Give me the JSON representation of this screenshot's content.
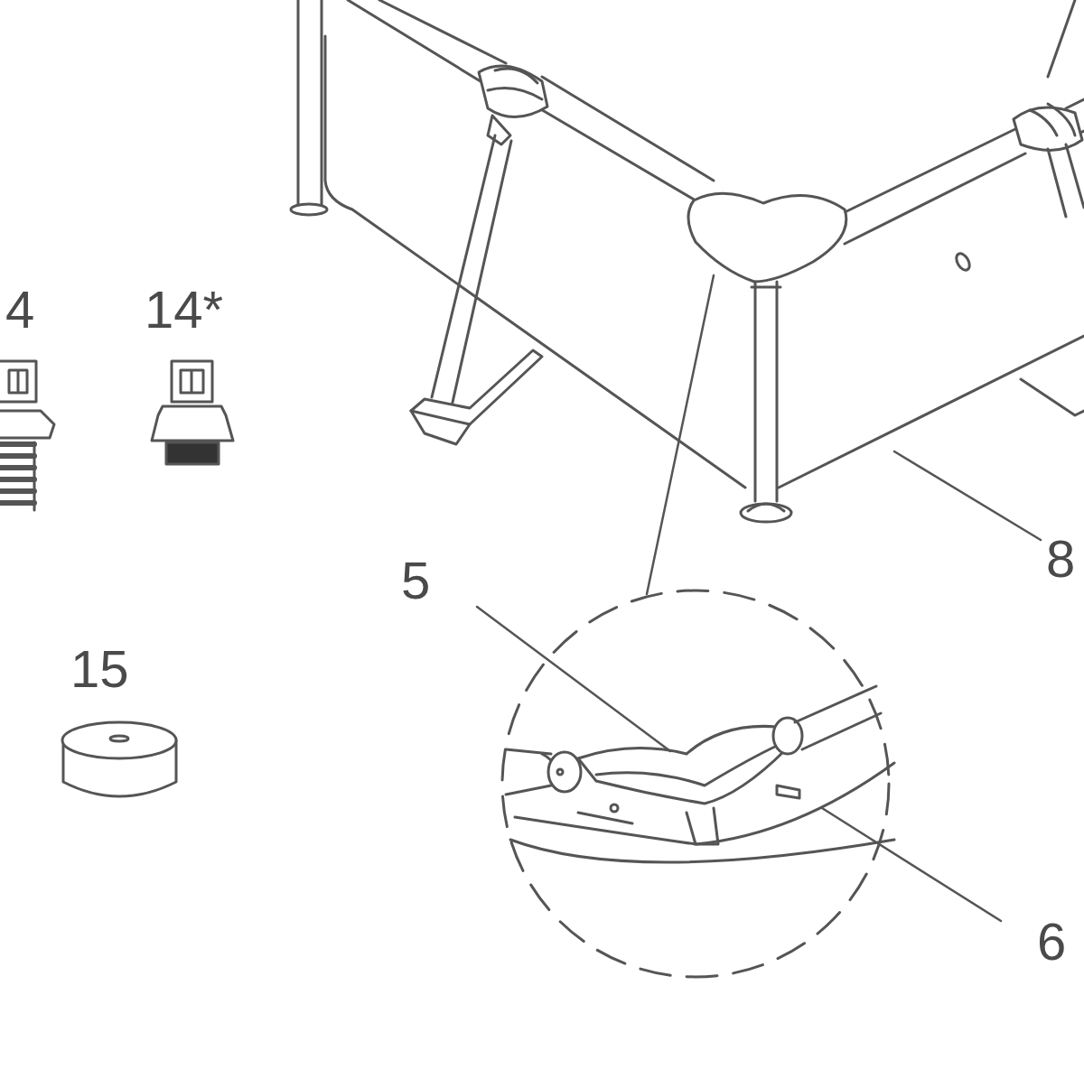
{
  "diagram": {
    "labels": [
      "4",
      "14*",
      "15",
      "5",
      "8",
      "6"
    ]
  }
}
